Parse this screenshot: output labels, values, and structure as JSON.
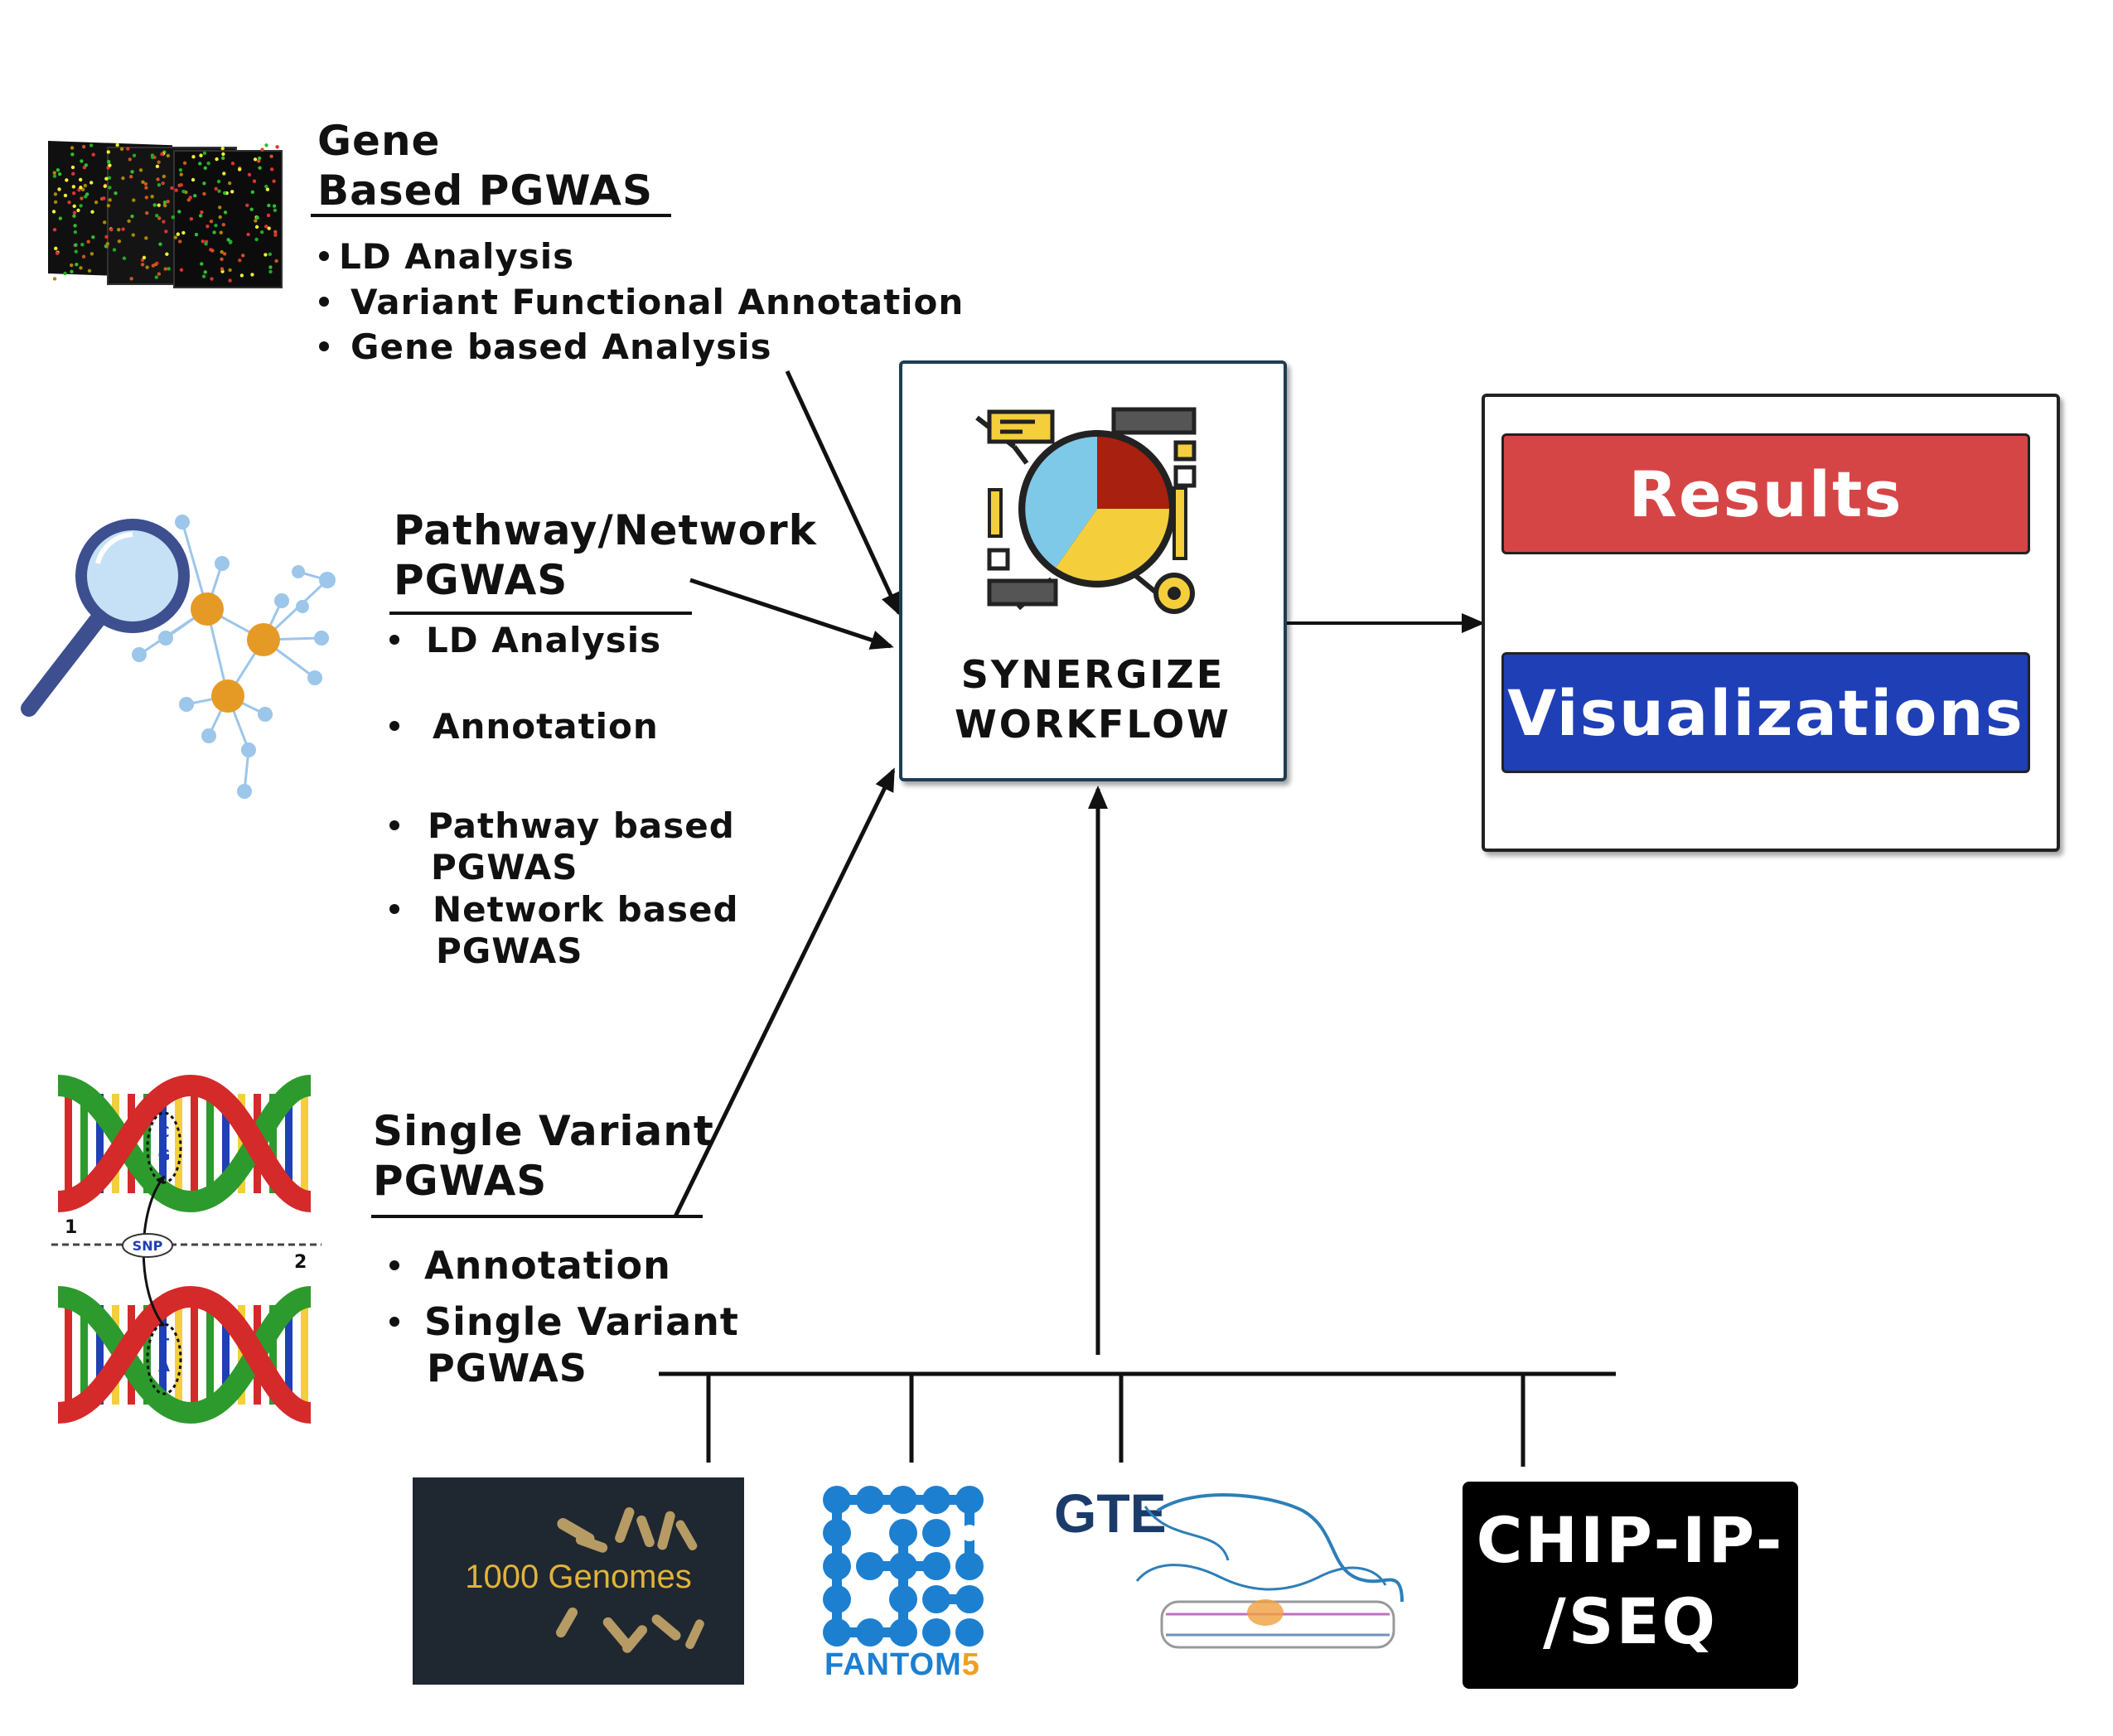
{
  "gene": {
    "title_line1": "Gene",
    "title_line2": "Based PGWAS",
    "bullets": [
      "LD Analysis",
      "Variant Functional Annotation",
      "Gene based Analysis"
    ]
  },
  "pathway": {
    "title_line1": "Pathway/Network",
    "title_line2": "PGWAS",
    "bullets": [
      {
        "l1": "LD Analysis",
        "l2": ""
      },
      {
        "l1": "Annotation",
        "l2": ""
      },
      {
        "l1": "Pathway based",
        "l2": "PGWAS"
      },
      {
        "l1": "Network based",
        "l2": "PGWAS"
      }
    ]
  },
  "single": {
    "title_line1": "Single Variant",
    "title_line2": "PGWAS",
    "bullets": [
      {
        "l1": "Annotation",
        "l2": ""
      },
      {
        "l1": "Single Variant",
        "l2": "PGWAS"
      }
    ],
    "dna_label_1": "1",
    "dna_label_2": "2",
    "snp_label": "SNP"
  },
  "workflow": {
    "line1": "SYNERGIZE",
    "line2": "WORKFLOW"
  },
  "outputs": {
    "results": "Results",
    "visualizations": "Visualizations",
    "results_color": "#d64545",
    "visualizations_color": "#1f3fb6"
  },
  "sources": {
    "genomes": "1000 Genomes",
    "fantom": "FANTOM",
    "fantom_num": "5",
    "gtex": "GTE",
    "chip_line1": "CHIP-IP-",
    "chip_line2": "/SEQ"
  }
}
